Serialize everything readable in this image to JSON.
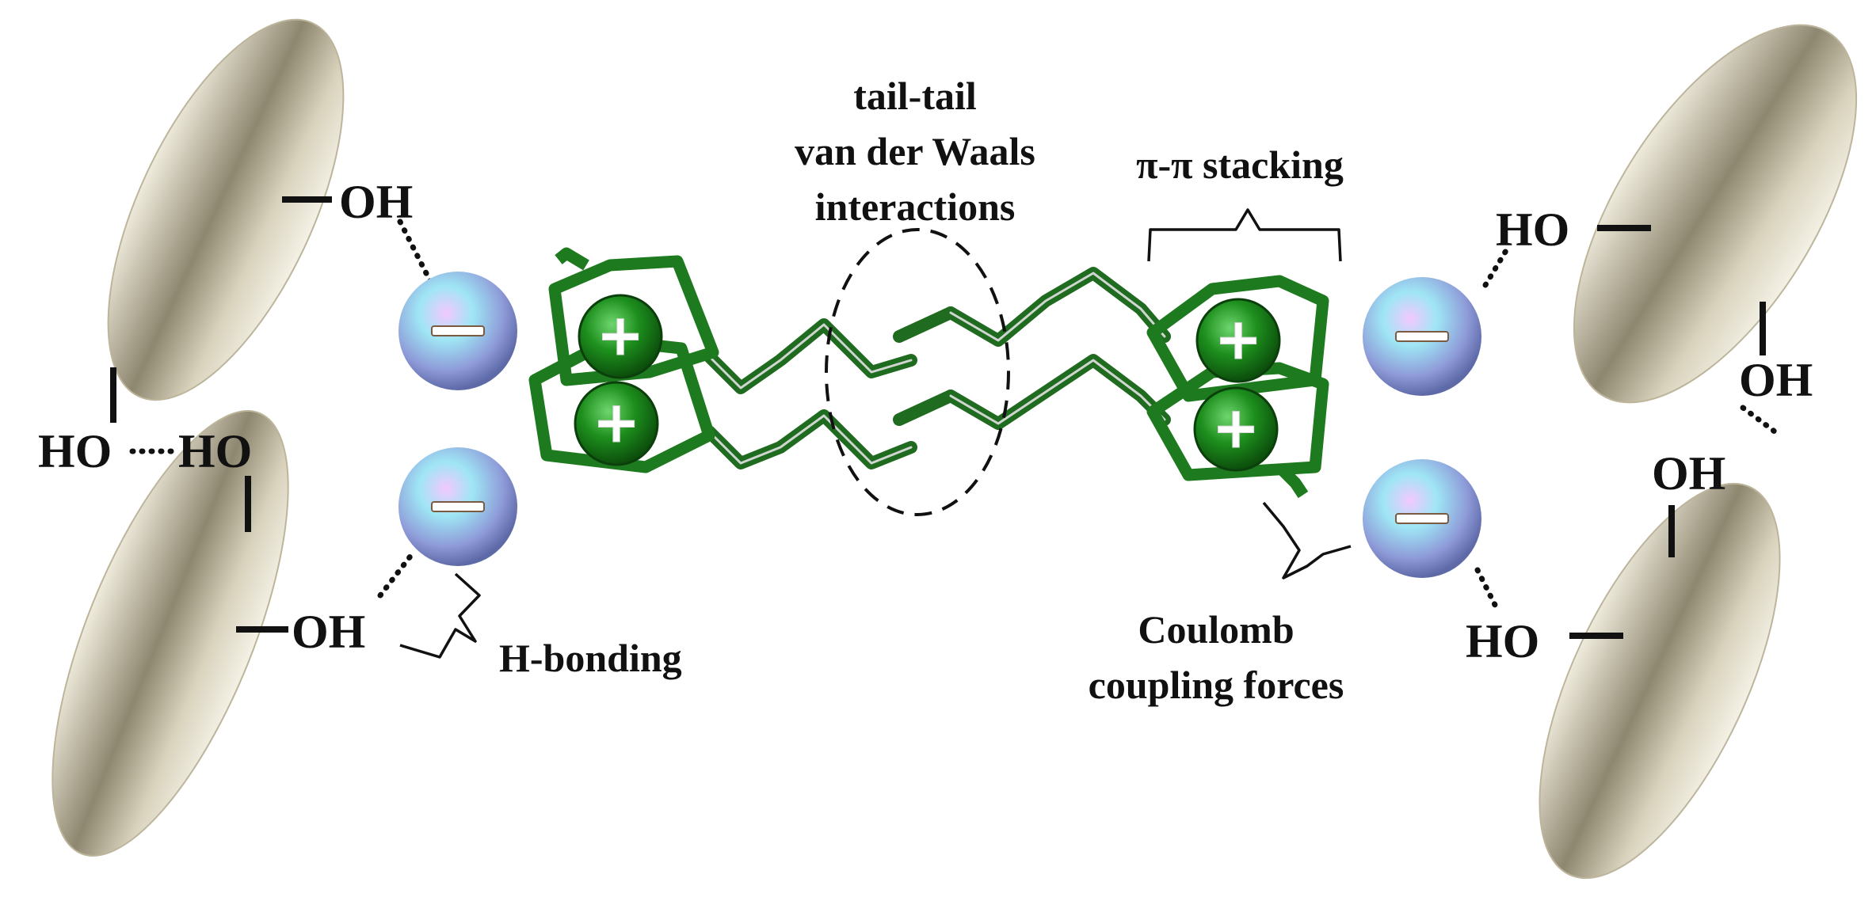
{
  "labels": {
    "oh_top_left": "OH",
    "ho_mid_left_a": "HO",
    "ho_mid_left_b": "HO",
    "oh_bottom_left": "OH",
    "ho_top_right": "HO",
    "oh_mid_right_a": "OH",
    "oh_mid_right_b": "OH",
    "ho_bottom_right": "HO",
    "tail_tail_line1": "tail-tail",
    "tail_tail_line2": "van der Waals",
    "tail_tail_line3": "interactions",
    "pi_stacking": "π-π  stacking",
    "h_bonding": "H-bonding",
    "coulomb_line1": "Coulomb",
    "coulomb_line2": "coupling forces"
  },
  "symbols": {
    "cation": "+",
    "anion": "−"
  },
  "colors": {
    "cellulose": "#c9c2a8",
    "cation_ring": "#1e7a1e",
    "cation_ball": "#1a8a1a",
    "anion_ball": "#a9b6e6",
    "tail": "#1f6b1f"
  },
  "icons": {
    "cellulose_particle": "cellulose-rod-icon",
    "cation": "imidazolium-cation-icon",
    "anion": "anion-sphere-icon"
  }
}
